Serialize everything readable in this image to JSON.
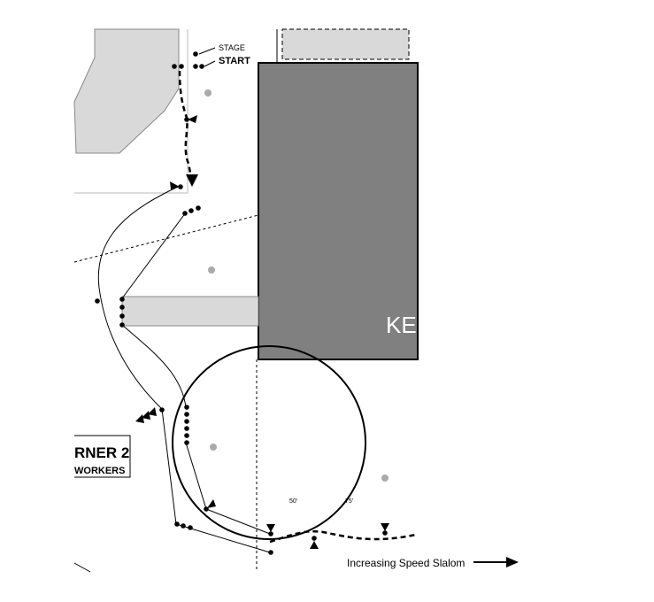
{
  "labels": {
    "stage": "STAGE",
    "start": "START",
    "building": "KE",
    "corner_title": "RNER 2",
    "corner_sub": "WORKERS",
    "dist_50": "50'",
    "dist_75": "75'",
    "slalom": "Increasing Speed Slalom"
  },
  "colors": {
    "building": "#808080",
    "shaded_area": "#d9d9d9",
    "cone_marker": "#aaaaaa",
    "line": "#000000"
  },
  "icons": {
    "gate_marker": "triangle-flag",
    "cone": "dot"
  }
}
